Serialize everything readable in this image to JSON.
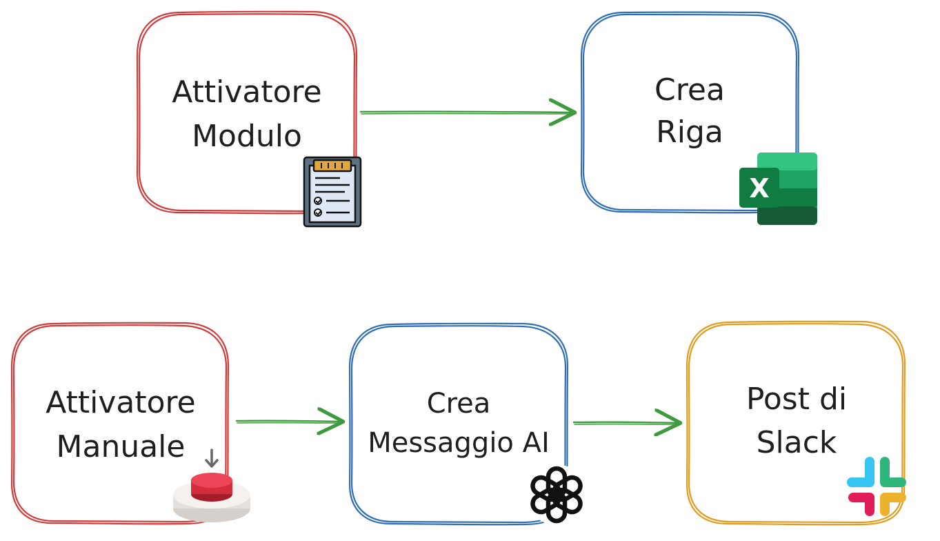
{
  "nodes": {
    "form_trigger": {
      "line1": "Attivatore",
      "line2": "Modulo",
      "border_color": "#d03b3b",
      "icon": "clipboard-checklist-icon"
    },
    "create_row": {
      "line1": "Crea",
      "line2": "Riga",
      "border_color": "#2f6db5",
      "icon": "excel-icon"
    },
    "manual_trigger": {
      "line1": "Attivatore",
      "line2": "Manuale",
      "border_color": "#d03b3b",
      "icon": "red-push-button-icon"
    },
    "ai_message": {
      "line1": "Crea",
      "line2": "Messaggio AI",
      "border_color": "#2f6db5",
      "icon": "openai-icon"
    },
    "slack_post": {
      "line1": "Post di",
      "line2": "Slack",
      "border_color": "#e49a1c",
      "icon": "slack-icon"
    }
  },
  "connector_color": "#3f9a3f"
}
